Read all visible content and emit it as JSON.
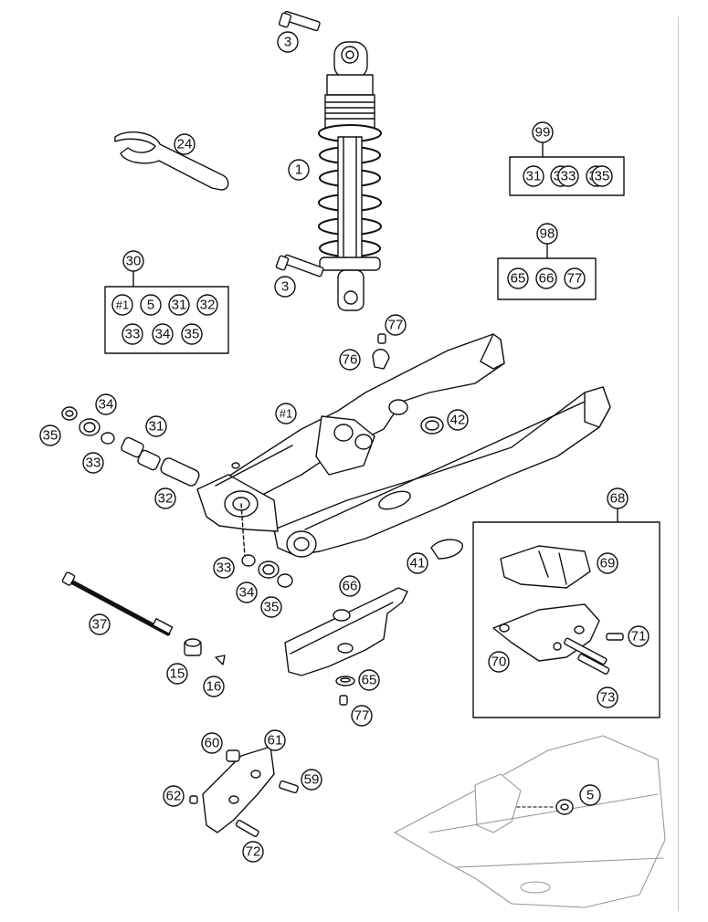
{
  "diagram": {
    "callouts": {
      "c1": "1",
      "c3a": "3",
      "c3b": "3",
      "c5": "5",
      "c15": "15",
      "c16": "16",
      "c24": "24",
      "c30": "30",
      "c31": "31",
      "c32": "32",
      "c33a": "33",
      "c33b": "33",
      "c34a": "34",
      "c34b": "34",
      "c35a": "35",
      "c35b": "35",
      "c37": "37",
      "c41": "41",
      "c42": "42",
      "c59": "59",
      "c60": "60",
      "c61": "61",
      "c62": "62",
      "c65": "65",
      "c66": "66",
      "c68": "68",
      "c69": "69",
      "c70": "70",
      "c71": "71",
      "c72": "72",
      "c73": "73",
      "c76": "76",
      "c77a": "77",
      "c77b": "77",
      "c98": "98",
      "c99": "99",
      "hash1": "#1"
    },
    "kit_30": {
      "items": [
        "#1",
        "5",
        "31",
        "32",
        "33",
        "34",
        "35"
      ]
    },
    "kit_99": {
      "items": [
        "31",
        "32",
        "33",
        "34",
        "35"
      ]
    },
    "kit_98": {
      "items": [
        "65",
        "66",
        "77"
      ]
    }
  }
}
